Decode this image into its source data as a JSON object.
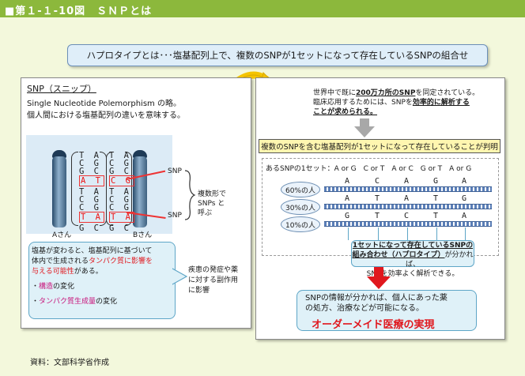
{
  "title": "■第１-１-10図　ＳＮＰとは",
  "banner": "ハプロタイプとは･･･塩基配列上で、複数のSNPが1セットになって存在しているSNPの組合せ",
  "left": {
    "heading": "SNP（スニップ）",
    "def1": "Single  Nucleotide  Polemorphism  の略。",
    "def2": "個人間における塩基配列の違いを意味する。",
    "col1": [
      "T A",
      "C G",
      "G C",
      "A T",
      "T A",
      "C G",
      "C G",
      "T A",
      "G C"
    ],
    "col2": [
      "T A",
      "C G",
      "G C",
      "C G",
      "T A",
      "C G",
      "C G",
      "T A",
      "G C"
    ],
    "snp_label_top": "SNP",
    "snp_label_bottom": "SNP",
    "brace_note": [
      "複数形で",
      "SNPs と",
      "呼ぶ"
    ],
    "person_a": "Aさん",
    "person_b": "Bさん",
    "callout": {
      "l1": "塩基が変わると、塩基配列に基づいて",
      "l2a": "体内で生成される",
      "l2b": "タンパク質に影響を",
      "l3a": "与える可能性",
      "l3b": "がある。",
      "b1a": "・",
      "b1b": "構造",
      "b1c": "の変化",
      "b2a": "・",
      "b2b": "タンパク質生成量",
      "b2c": "の変化"
    },
    "side_note": [
      "疾患の発症や薬",
      "に対する副作用",
      "に影響"
    ]
  },
  "right": {
    "l1a": "世界中で既に",
    "l1b": "200万カ所のSNP",
    "l1c": "を同定されている。",
    "l2a": "臨床応用するためには、SNPを",
    "l2b": "効率的に解析する",
    "l3": "ことが求められる。",
    "yellow": "複数のSNPを含む塩基配列が1セットになって存在していることが判明",
    "set_row": "あるSNPの1セット：A or G　C or T　A or C　G or T　A or G",
    "rows": [
      {
        "label": "60%の人",
        "bases": [
          "A",
          "C",
          "A",
          "G",
          "A"
        ]
      },
      {
        "label": "30%の人",
        "bases": [
          "A",
          "T",
          "A",
          "T",
          "G"
        ]
      },
      {
        "label": "10%の人",
        "bases": [
          "G",
          "T",
          "C",
          "T",
          "A"
        ]
      }
    ],
    "haplo": {
      "l1": "1セットになって存在しているSNPの",
      "l2a": "組み合わせ（ハプロタイプ）",
      "l2b": "が分かれば、",
      "l3": "SNPを効率よく解析できる。"
    },
    "bottom": {
      "l1": "SNPの情報が分かれば、個人にあった薬",
      "l2": "の処方、治療などが可能になる。",
      "l3": "オーダーメイド医療の実現"
    }
  },
  "source": "資料：文部科学省作成",
  "colors": {
    "title_bar": "#8cb83c",
    "accent_red": "#e0181e",
    "box_blue": "#dff1f8",
    "arrow_yellow": "#f4c400",
    "arrow_gray": "#a8a8a8"
  }
}
